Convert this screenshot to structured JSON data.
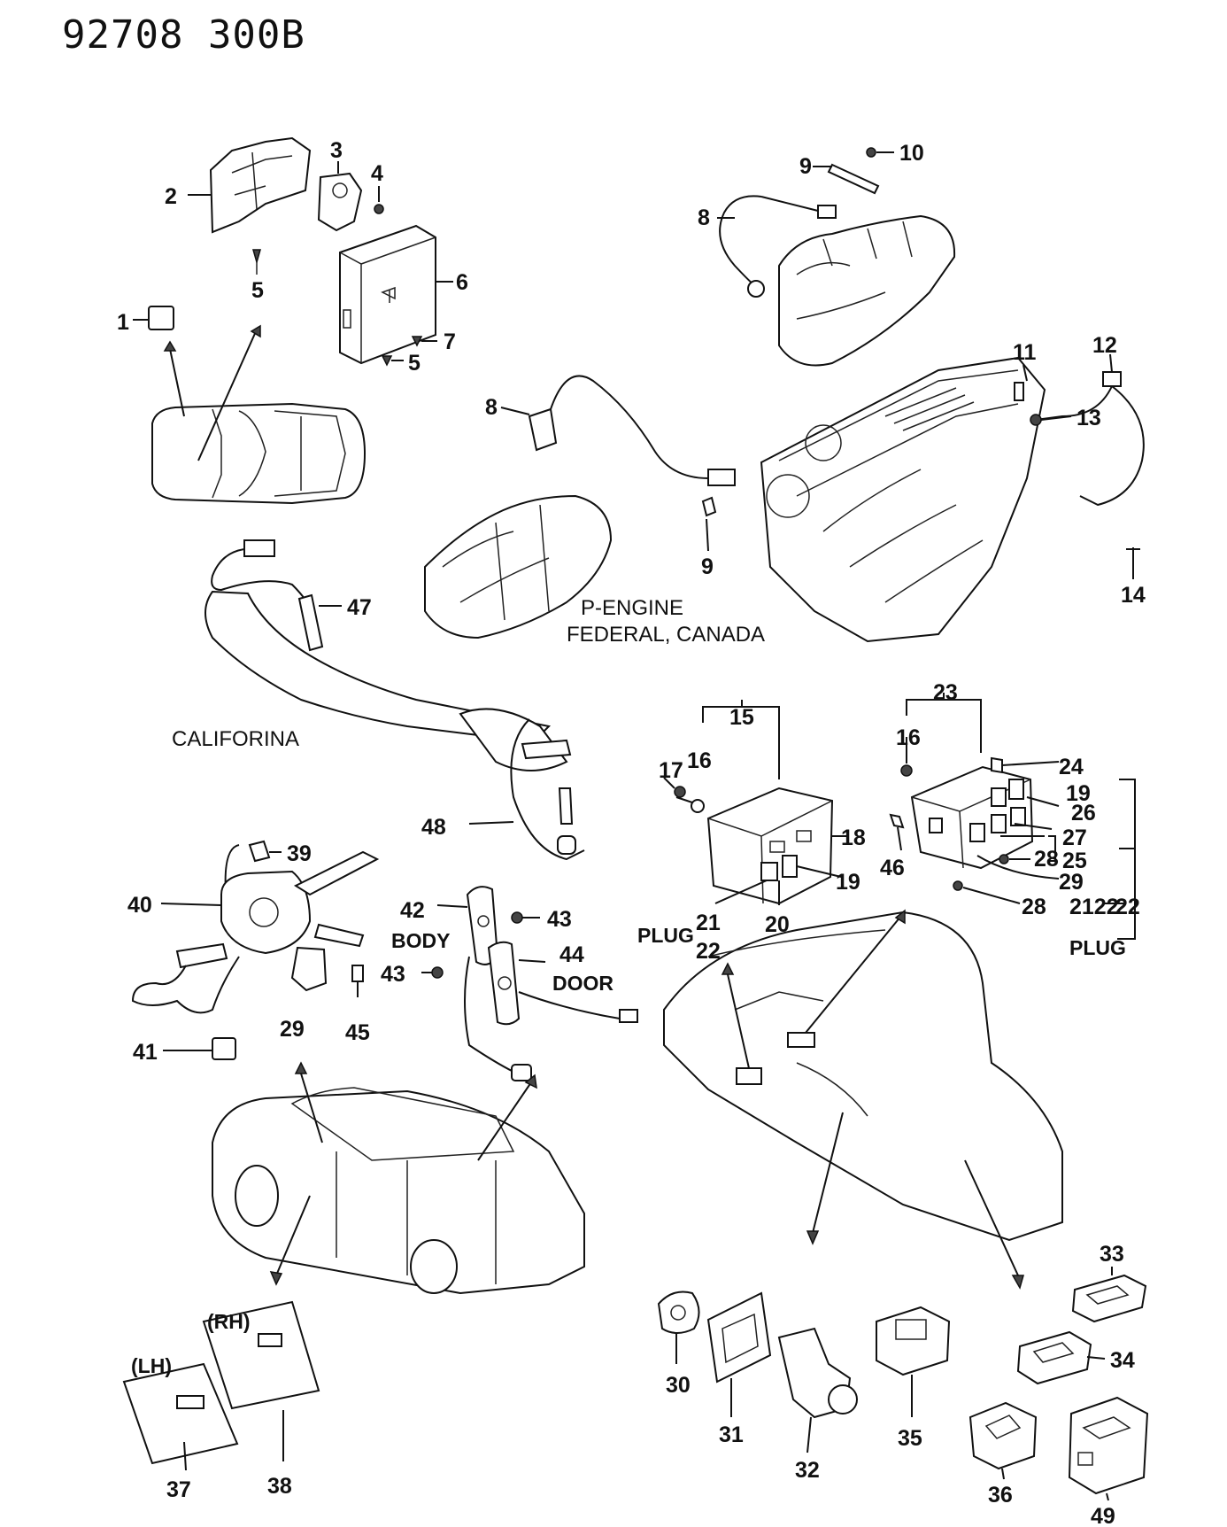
{
  "header": {
    "code": "92708  300B"
  },
  "captions": {
    "p_engine": "P-ENGINE",
    "federal_canada": "FEDERAL, CANADA",
    "california": "CALIFORINA",
    "plug_left": "PLUG",
    "plug_right": "PLUG",
    "body": "BODY",
    "door": "DOOR",
    "rh": "(RH)",
    "lh": "(LH)"
  },
  "callouts": {
    "n1": "1",
    "n2": "2",
    "n3": "3",
    "n4": "4",
    "n5a": "5",
    "n5b": "5",
    "n6": "6",
    "n7": "7",
    "n8a": "8",
    "n8b": "8",
    "n9a": "9",
    "n9b": "9",
    "n10": "10",
    "n11": "11",
    "n12": "12",
    "n13": "13",
    "n14": "14",
    "n15": "15",
    "n16a": "16",
    "n16b": "16",
    "n17": "17",
    "n18": "18",
    "n19a": "19",
    "n19b": "19",
    "n20": "20",
    "n21": "21",
    "n22": "22",
    "n23": "23",
    "n24": "24",
    "n25": "25",
    "n26": "26",
    "n27": "27",
    "n28a": "28",
    "n28b": "28",
    "n29a": "29",
    "n29b": "29",
    "n2122": "2122",
    "n22b": "22",
    "n30": "30",
    "n31": "31",
    "n32": "32",
    "n33": "33",
    "n34": "34",
    "n35": "35",
    "n36": "36",
    "n37": "37",
    "n38": "38",
    "n39": "39",
    "n40": "40",
    "n41": "41",
    "n42": "42",
    "n43a": "43",
    "n43b": "43",
    "n44": "44",
    "n45": "45",
    "n46": "46",
    "n47": "47",
    "n48": "48",
    "n49": "49"
  }
}
